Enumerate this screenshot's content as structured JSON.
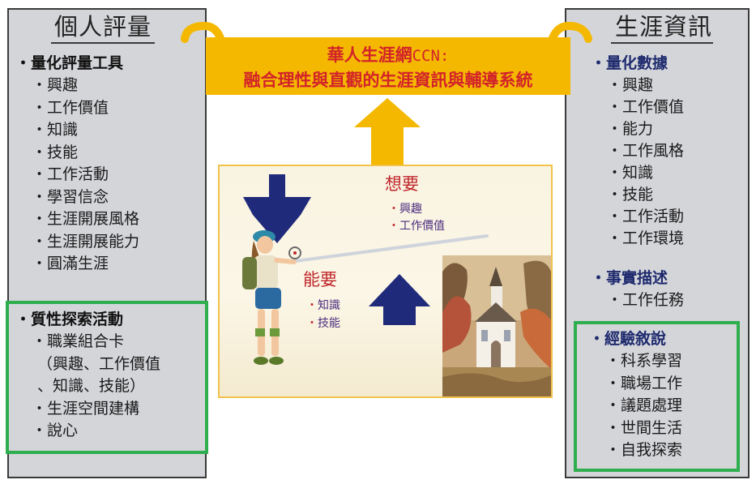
{
  "left_panel": {
    "title": "個人評量",
    "section1": {
      "heading": "量化評量工具",
      "items": [
        "興趣",
        "工作價值",
        "知識",
        "技能",
        "工作活動",
        "學習信念",
        "生涯開展風格",
        "生涯開展能力",
        "圓滿生涯"
      ]
    },
    "section2": {
      "heading": "質性探索活動",
      "item1": "職業組合卡",
      "item1_cont1": "（興趣、工作價值",
      "item1_cont2": "、知識、技能）",
      "item2": "生涯空間建構",
      "item3": "說心"
    }
  },
  "right_panel": {
    "title": "生涯資訊",
    "section1": {
      "heading": "量化數據",
      "items": [
        "興趣",
        "工作價值",
        "能力",
        "工作風格",
        "知識",
        "技能",
        "工作活動",
        "工作環境"
      ]
    },
    "section2": {
      "heading": "事實描述",
      "items": [
        "工作任務"
      ]
    },
    "section3": {
      "heading": "經驗敘說",
      "items": [
        "科系學習",
        "職場工作",
        "議題處理",
        "世間生活",
        "自我探索"
      ]
    }
  },
  "banner": {
    "line1_prefix": "華人生涯網",
    "line1_suffix": "CCN:",
    "line2": "融合理性與直觀的生涯資訊與輔導系統"
  },
  "scene": {
    "want": {
      "title": "想要",
      "items": [
        "興趣",
        "工作價值"
      ]
    },
    "can": {
      "title": "能要",
      "items": [
        "知識",
        "技能"
      ]
    }
  },
  "bullet": "・",
  "colors": {
    "panel_bg": "#d4d5d9",
    "banner": "#f5b800",
    "banner_text": "#d2232a",
    "arrow_gold": "#f5b800",
    "arrow_navy": "#1f2a7a",
    "green_box": "#2fae4f",
    "right_heading": "#1e2a6e"
  }
}
